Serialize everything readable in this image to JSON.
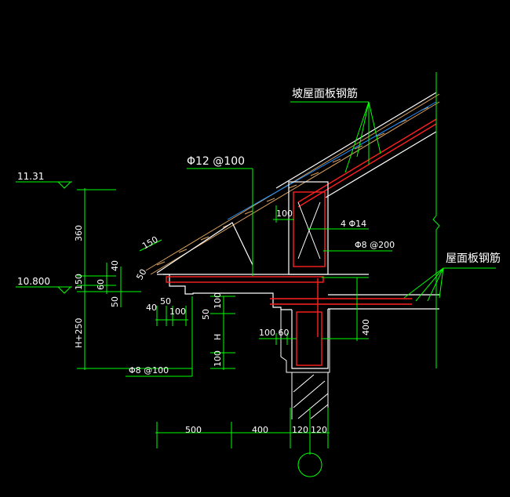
{
  "colors": {
    "background": "#000000",
    "outline": "#ffffff",
    "dimension": "#00ff00",
    "rebar": "#ff2020",
    "tile": "#d8a060",
    "membrane": "#1e90ff",
    "annotation": "#ffffff"
  },
  "labels": {
    "slope_slab_rebar": "坡屋面板钢筋",
    "roof_slab_rebar": "屋面板钢筋",
    "phi12_100": "Φ12 @100",
    "four_phi14": "4 Φ14",
    "phi8_200": "Φ8 @200",
    "phi8_100": "Φ8 @100",
    "level_top": "11.31",
    "level_bottom": "10.800"
  },
  "dimensions": {
    "v360": "360",
    "v150": "150",
    "v60": "60",
    "v40": "40",
    "v50a": "50",
    "v50b": "50",
    "vH250": "H+250",
    "d150": "150",
    "d100_col": "100",
    "d40": "40",
    "d50": "50",
    "d100a": "100",
    "d100b": "100",
    "d50c": "50",
    "dH": "H",
    "d100c": "100",
    "d100_60": "100 60",
    "d400v": "400",
    "b500": "500",
    "b400": "400",
    "b120a": "120",
    "b120b": "120"
  }
}
